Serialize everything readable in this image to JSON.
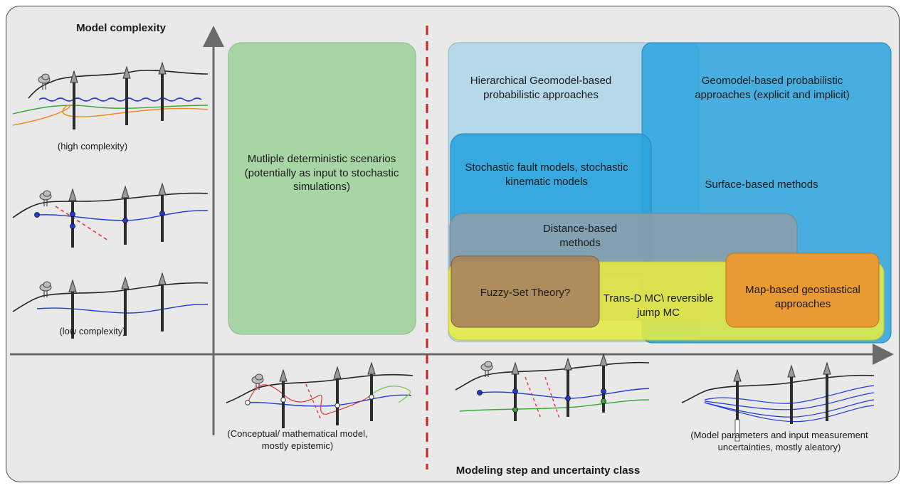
{
  "axes": {
    "y_label": "Model complexity",
    "x_label": "Modeling step and uncertainty class"
  },
  "left_panel": {
    "high_caption": "(high complexity)",
    "low_caption": "(low complexity)"
  },
  "bottom_panel": {
    "conceptual_caption": "(Conceptual/ mathematical model, mostly epistemic)",
    "aleatory_caption": "(Model parameters and input measurement uncertainties, mostly aleatory)"
  },
  "boxes": {
    "deterministic": "Mutliple deterministic scenarios (potentially as input to stochastic simulations)",
    "hierarchical": "Hierarchical Geomodel-based probabilistic approaches",
    "geomodel": "Geomodel-based probabilistic approaches (explicit and implicit)",
    "surface": "Surface-based methods",
    "stochastic_fault": "Stochastic fault models, stochastic kinematic models",
    "distance": "Distance-based methods",
    "fuzzy": "Fuzzy-Set Theory?",
    "transd": "Trans-D MC\\ reversible jump MC",
    "mapbased": "Map-based geostiastical approaches"
  },
  "colors": {
    "background": "#e9e9ea",
    "green_box": "#a7d5a4",
    "light_blue_box": "#b6d9ea",
    "blue_box": "#2aa3dd",
    "gray_box": "#8a9fac",
    "yellow_box": "#eaec3e",
    "brown_box": "#a9835c",
    "orange_box": "#e99a33",
    "divider_red": "#c62828"
  }
}
